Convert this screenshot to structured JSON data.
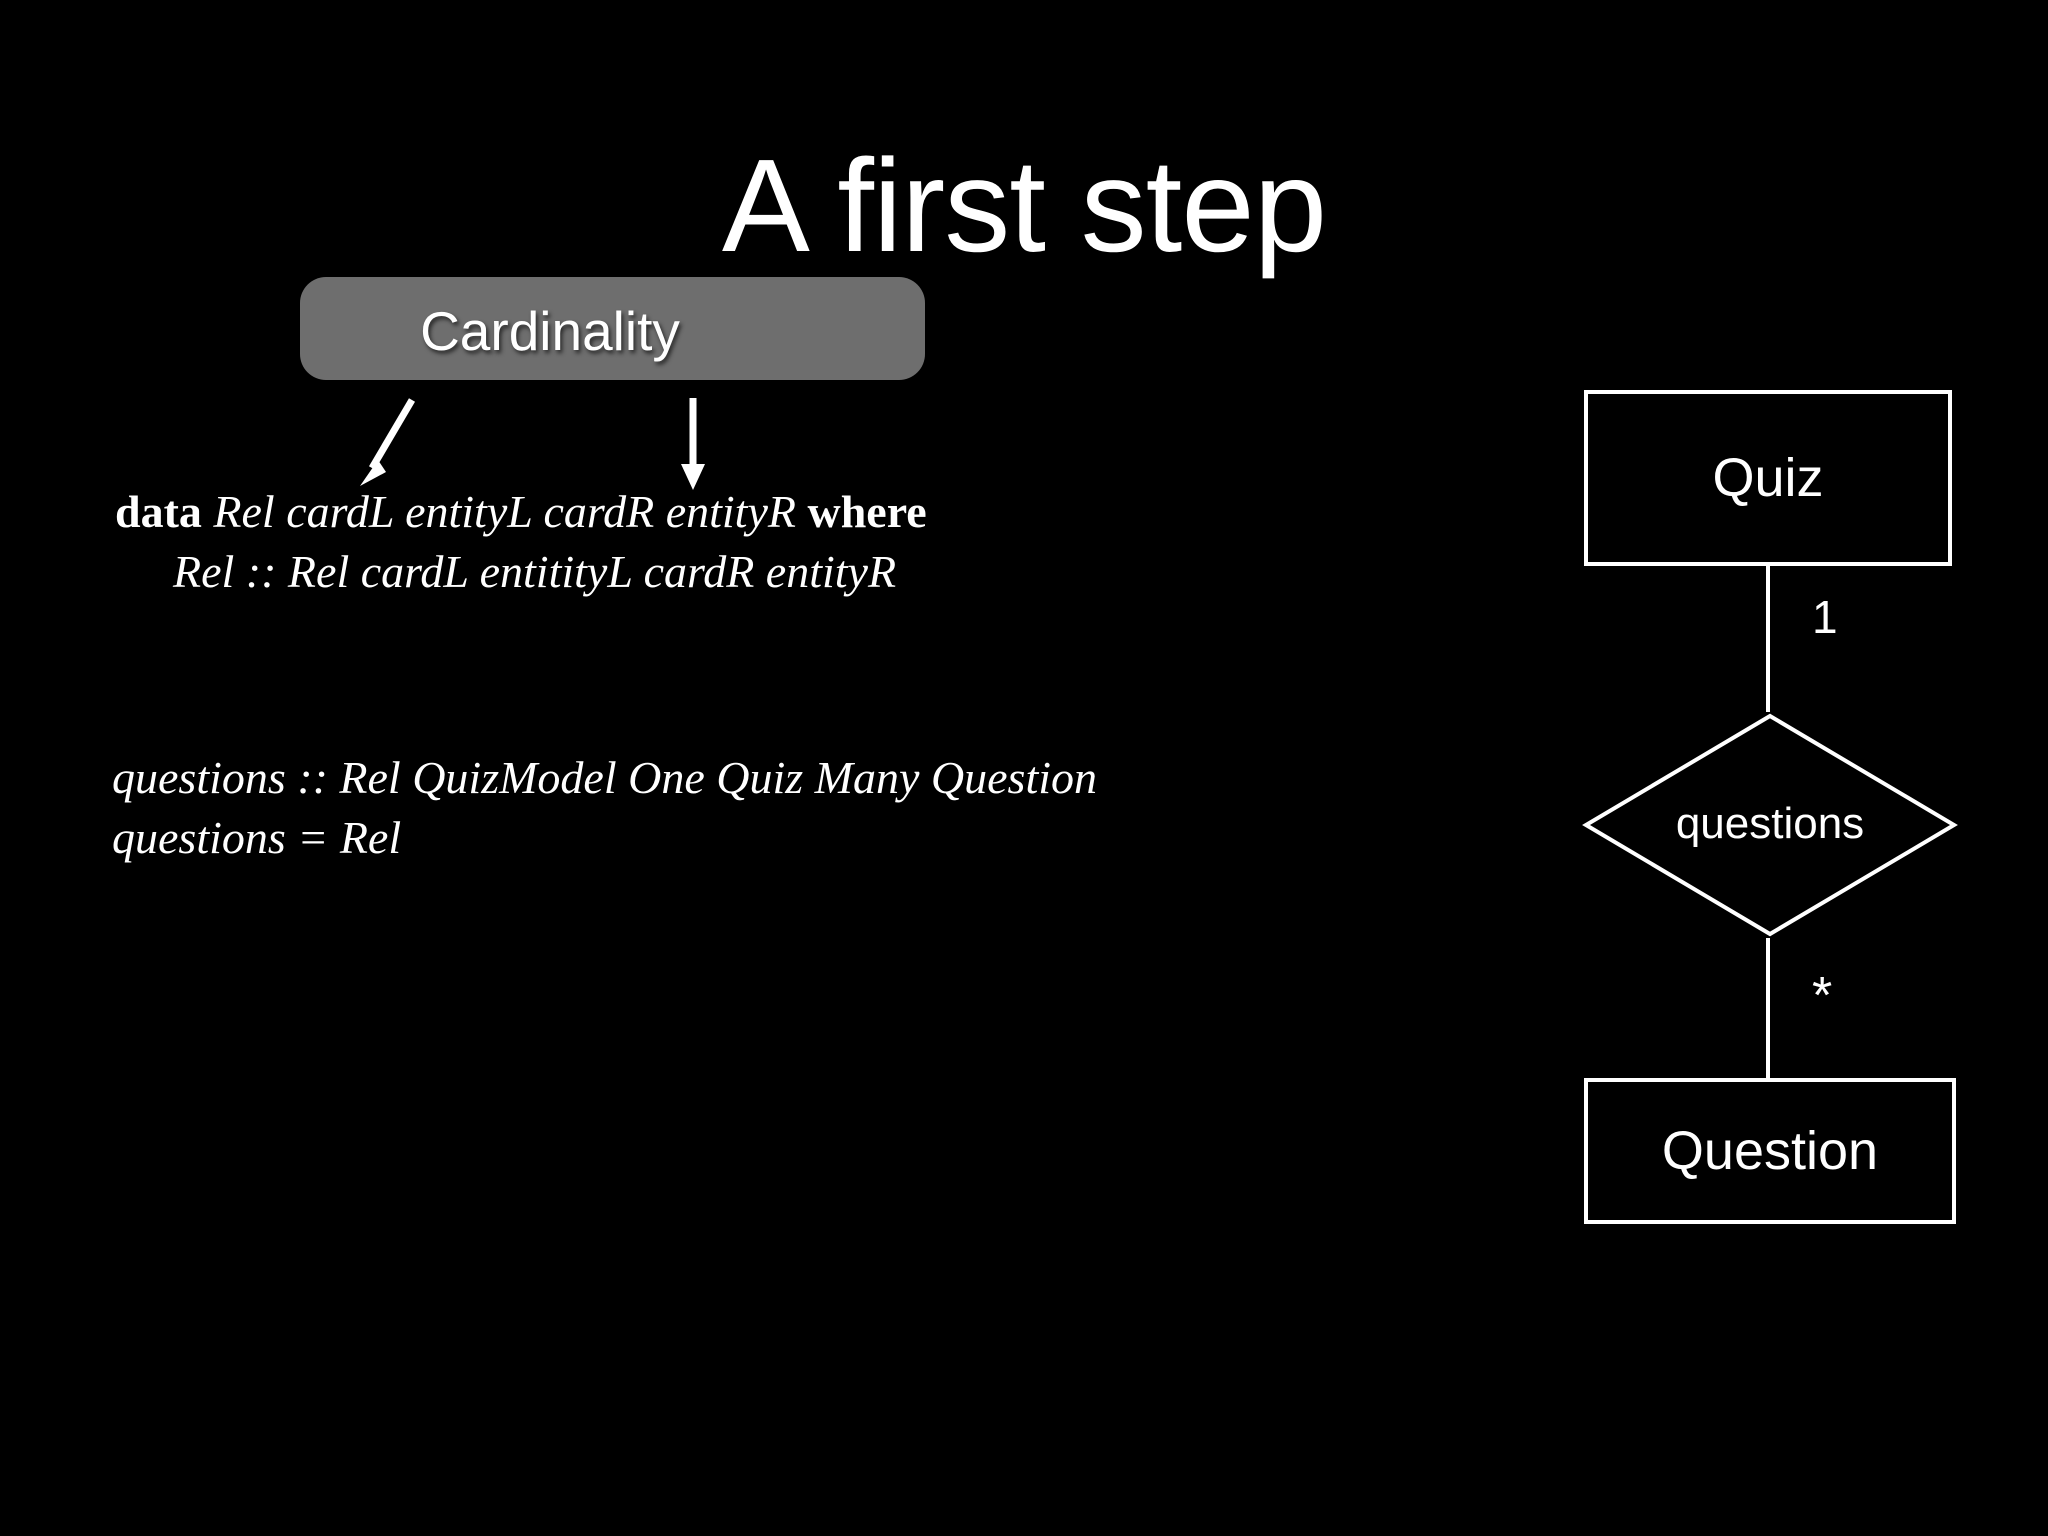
{
  "slide": {
    "title": "A first step",
    "background_color": "#000000",
    "foreground_color": "#ffffff"
  },
  "callout": {
    "label": "Cardinality",
    "fill_color": "#6e6e6e",
    "text_color": "#ffffff",
    "arrows": [
      {
        "name": "arrow-to-cardL",
        "direction": "down-left"
      },
      {
        "name": "arrow-to-cardR",
        "direction": "down"
      }
    ]
  },
  "code": {
    "block1": {
      "line1": {
        "kw_start": "data",
        "signature": " Rel cardL entityL cardR entityR ",
        "kw_end": "where"
      },
      "line2": "Rel :: Rel cardL entitityL cardR entityR"
    },
    "block2": {
      "line1": "questions :: Rel QuizModel One Quiz Many Question",
      "line2": "questions = Rel"
    }
  },
  "er_diagram": {
    "entity_top": "Quiz",
    "entity_bottom": "Question",
    "relationship": "questions",
    "cardinality_top": "1",
    "cardinality_bottom": "*",
    "stroke_color": "#ffffff"
  }
}
